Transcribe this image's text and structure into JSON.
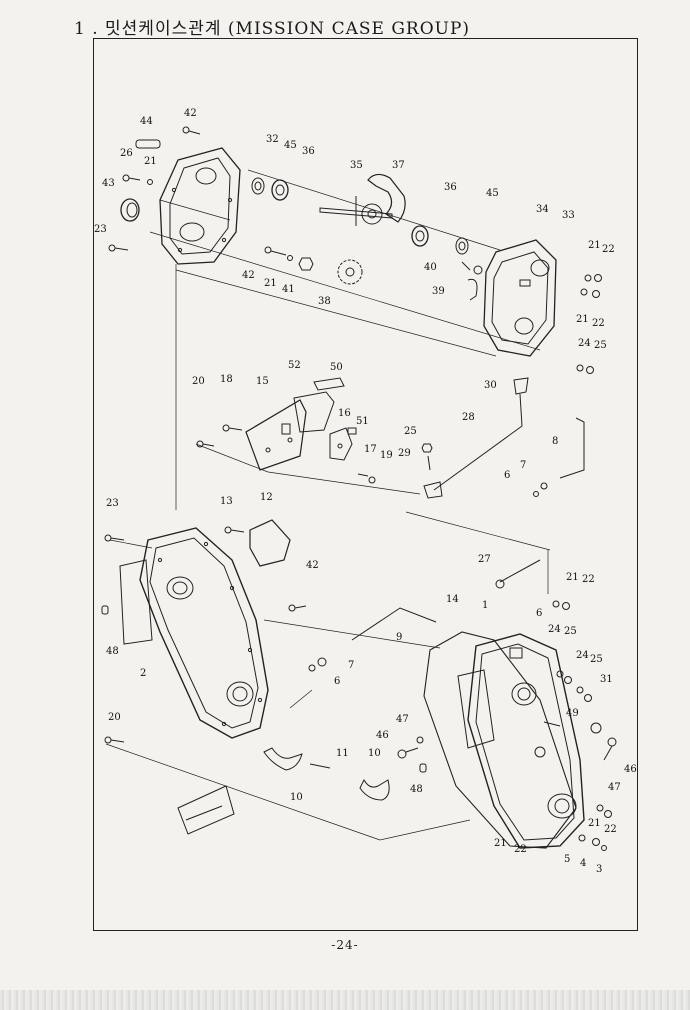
{
  "page": {
    "title": "1 . 밋션케이스관계 (MISSION CASE GROUP)",
    "page_number": "-24-"
  },
  "callouts": [
    {
      "id": "c42a",
      "text": "42"
    },
    {
      "id": "c44",
      "text": "44"
    },
    {
      "id": "c32",
      "text": "32"
    },
    {
      "id": "c45a",
      "text": "45"
    },
    {
      "id": "c36a",
      "text": "36"
    },
    {
      "id": "c26",
      "text": "26"
    },
    {
      "id": "c21a",
      "text": "21"
    },
    {
      "id": "c43",
      "text": "43"
    },
    {
      "id": "c35",
      "text": "35"
    },
    {
      "id": "c37",
      "text": "37"
    },
    {
      "id": "c36b",
      "text": "36"
    },
    {
      "id": "c45b",
      "text": "45"
    },
    {
      "id": "c34",
      "text": "34"
    },
    {
      "id": "c33",
      "text": "33"
    },
    {
      "id": "c23a",
      "text": "23"
    },
    {
      "id": "c21b",
      "text": "21"
    },
    {
      "id": "c22a",
      "text": "22"
    },
    {
      "id": "c42b",
      "text": "42"
    },
    {
      "id": "c21c",
      "text": "21"
    },
    {
      "id": "c41",
      "text": "41"
    },
    {
      "id": "c38",
      "text": "38"
    },
    {
      "id": "c40",
      "text": "40"
    },
    {
      "id": "c39",
      "text": "39"
    },
    {
      "id": "c21d",
      "text": "21"
    },
    {
      "id": "c22b",
      "text": "22"
    },
    {
      "id": "c24a",
      "text": "24"
    },
    {
      "id": "c25a",
      "text": "25"
    },
    {
      "id": "c20a",
      "text": "20"
    },
    {
      "id": "c18",
      "text": "18"
    },
    {
      "id": "c15",
      "text": "15"
    },
    {
      "id": "c52",
      "text": "52"
    },
    {
      "id": "c50",
      "text": "50"
    },
    {
      "id": "c30",
      "text": "30"
    },
    {
      "id": "c16",
      "text": "16"
    },
    {
      "id": "c51",
      "text": "51"
    },
    {
      "id": "c28",
      "text": "28"
    },
    {
      "id": "c25b",
      "text": "25"
    },
    {
      "id": "c17",
      "text": "17"
    },
    {
      "id": "c29",
      "text": "29"
    },
    {
      "id": "c19",
      "text": "19"
    },
    {
      "id": "c8",
      "text": "8"
    },
    {
      "id": "c7a",
      "text": "7"
    },
    {
      "id": "c6a",
      "text": "6"
    },
    {
      "id": "c23b",
      "text": "23"
    },
    {
      "id": "c13",
      "text": "13"
    },
    {
      "id": "c12",
      "text": "12"
    },
    {
      "id": "c27",
      "text": "27"
    },
    {
      "id": "c42c",
      "text": "42"
    },
    {
      "id": "c21e",
      "text": "21"
    },
    {
      "id": "c22c",
      "text": "22"
    },
    {
      "id": "c14",
      "text": "14"
    },
    {
      "id": "c1",
      "text": "1"
    },
    {
      "id": "c6b",
      "text": "6"
    },
    {
      "id": "c48a",
      "text": "48"
    },
    {
      "id": "c9",
      "text": "9"
    },
    {
      "id": "c24b",
      "text": "24"
    },
    {
      "id": "c25c",
      "text": "25"
    },
    {
      "id": "c24c",
      "text": "24"
    },
    {
      "id": "c25d",
      "text": "25"
    },
    {
      "id": "c7b",
      "text": "7"
    },
    {
      "id": "c2",
      "text": "2"
    },
    {
      "id": "c6c",
      "text": "6"
    },
    {
      "id": "c31",
      "text": "31"
    },
    {
      "id": "c49",
      "text": "49"
    },
    {
      "id": "c20b",
      "text": "20"
    },
    {
      "id": "c47a",
      "text": "47"
    },
    {
      "id": "c46a",
      "text": "46"
    },
    {
      "id": "c11",
      "text": "11"
    },
    {
      "id": "c10a",
      "text": "10"
    },
    {
      "id": "c10b",
      "text": "10"
    },
    {
      "id": "c48b",
      "text": "48"
    },
    {
      "id": "c46b",
      "text": "46"
    },
    {
      "id": "c47b",
      "text": "47"
    },
    {
      "id": "c21f",
      "text": "21"
    },
    {
      "id": "c22d",
      "text": "22"
    },
    {
      "id": "c21g",
      "text": "21"
    },
    {
      "id": "c22e",
      "text": "22"
    },
    {
      "id": "c5",
      "text": "5"
    },
    {
      "id": "c4",
      "text": "4"
    },
    {
      "id": "c3",
      "text": "3"
    }
  ]
}
